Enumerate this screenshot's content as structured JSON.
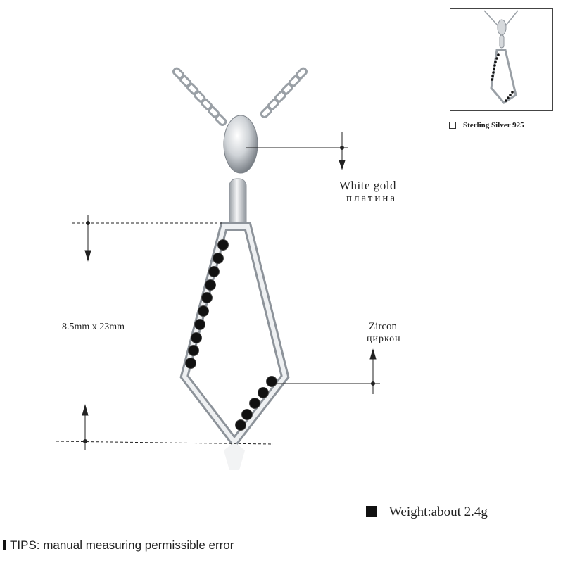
{
  "labels": {
    "material": "White gold",
    "material_ru": "платина",
    "size": "8.5mm x 23mm",
    "stone": "Zircon",
    "stone_ru": "циркон"
  },
  "thumbnail": {
    "caption": "Sterling Silver 925"
  },
  "weight": "Weight:about 2.4g",
  "tips": "TIPS: manual measuring permissible error",
  "colors": {
    "metal": "#c9cdd2",
    "metal_dark": "#8a9097",
    "stone": "#111111",
    "text": "#222222"
  },
  "icons": {
    "weight_marker": "black-square-icon",
    "tips_marker": "black-bar-icon",
    "thumbnail_checkbox": "empty-square-icon"
  }
}
